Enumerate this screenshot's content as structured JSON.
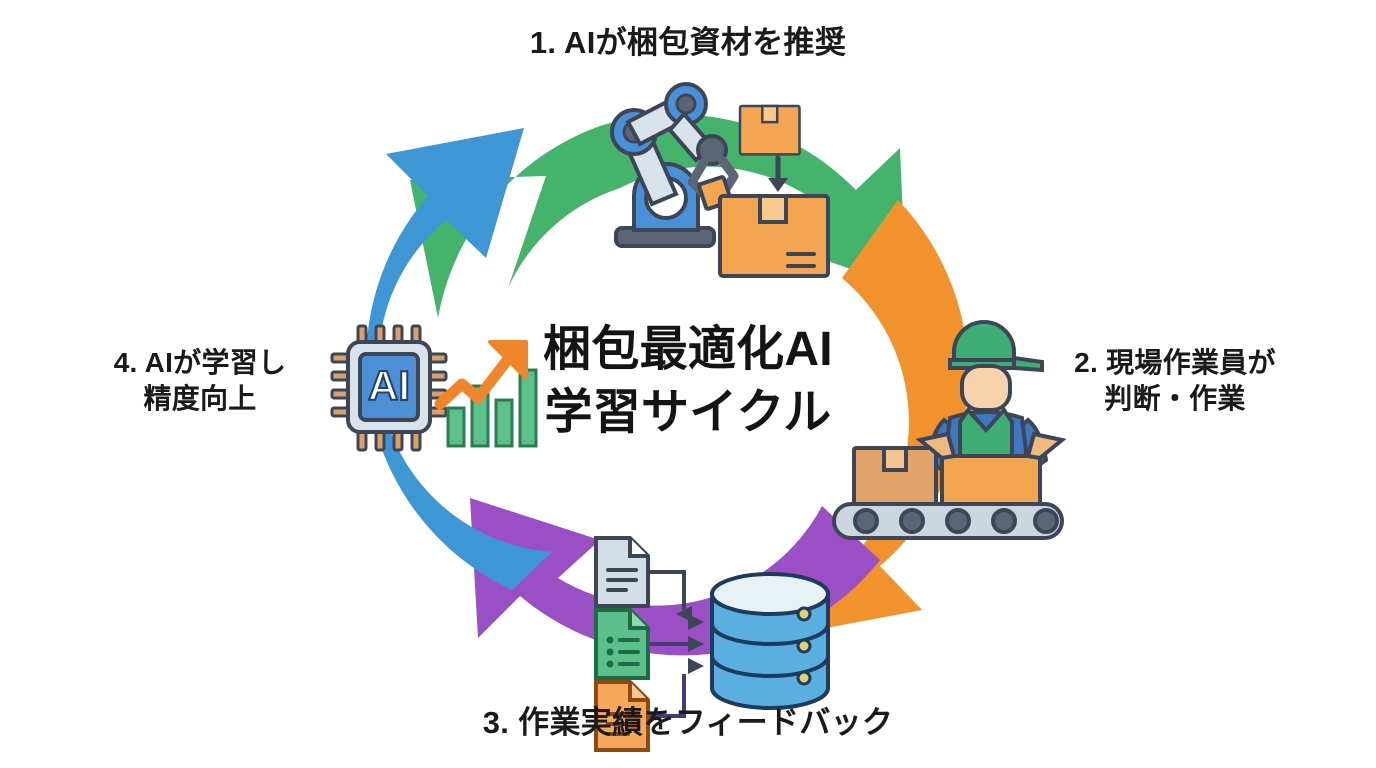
{
  "diagram": {
    "center_title": "梱包最適化AI\n学習サイクル",
    "steps": [
      {
        "id": "step-1",
        "position": "top",
        "label": "1. AIが梱包資材を推奨",
        "arc_color": "#45B36B",
        "icon": "robot-arm-packaging-icon"
      },
      {
        "id": "step-2",
        "position": "right",
        "label": "2. 現場作業員が\n判断・作業",
        "arc_color": "#F2922F",
        "icon": "worker-conveyor-belt-icon"
      },
      {
        "id": "step-3",
        "position": "bottom",
        "label": "3. 作業実績をフィードバック",
        "arc_color": "#9B4FC4",
        "icon": "documents-to-database-icon"
      },
      {
        "id": "step-4",
        "position": "left",
        "label": "4. AIが学習し\n精度向上",
        "arc_color": "#3E97D4",
        "icon": "ai-chip-growth-chart-icon"
      }
    ],
    "colors": {
      "green": "#45B36B",
      "orange": "#F2922F",
      "purple": "#9B4FC4",
      "blue": "#3E97D4",
      "text": "#1a1a1a",
      "background": "#ffffff",
      "box_fill": "#F4A552",
      "box_light": "#F9C98B",
      "outline": "#3D4657",
      "metal_light": "#D9E2EA",
      "metal_blue": "#4A90D9",
      "db_blue": "#5AAEE0",
      "doc_grey": "#D3DDE5",
      "doc_green": "#5CC08A",
      "doc_orange": "#F5A85C",
      "vest_green": "#3FAE74",
      "shirt_blue": "#3E78C2",
      "skin": "#F7D3AC",
      "chip_blue": "#4C8FD4",
      "pin_tan": "#D9A06A",
      "bar_green": "#5CC08A"
    }
  }
}
